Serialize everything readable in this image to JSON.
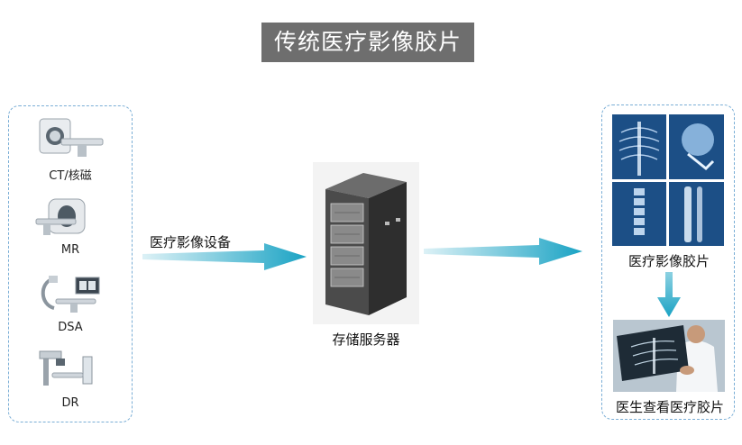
{
  "title": "传统医疗影像胶片",
  "devices": [
    {
      "label": "CT/核磁",
      "icon": "ct-scanner-icon"
    },
    {
      "label": "MR",
      "icon": "mr-scanner-icon"
    },
    {
      "label": "DSA",
      "icon": "dsa-machine-icon"
    },
    {
      "label": "DR",
      "icon": "dr-machine-icon"
    }
  ],
  "arrow_left_label": "医疗影像设备",
  "server_label": "存储服务器",
  "film_label": "医疗影像胶片",
  "doctor_label": "医生查看医疗胶片",
  "colors": {
    "arrow": "#1aa3c4",
    "border": "#7aaed6",
    "title_bg": "#6e6e6e",
    "xray": "#2a6fb0"
  }
}
